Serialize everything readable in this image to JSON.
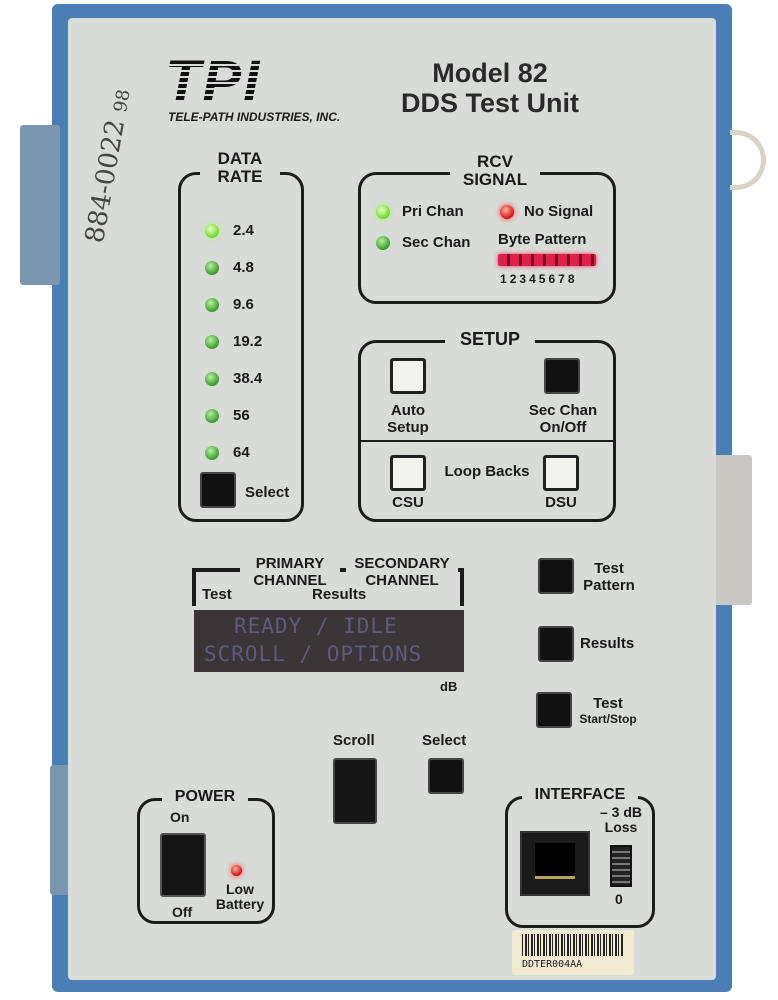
{
  "handwriting": [
    "884-0022",
    "98"
  ],
  "brand": {
    "logo": "TPI",
    "company": "TELE-PATH INDUSTRIES, INC."
  },
  "model": {
    "line1": "Model 82",
    "line2": "DDS Test Unit"
  },
  "data_rate": {
    "title1": "DATA",
    "title2": "RATE",
    "rates": [
      "2.4",
      "4.8",
      "9.6",
      "19.2",
      "38.4",
      "56",
      "64"
    ],
    "active_index": 0,
    "select_label": "Select"
  },
  "rcv_signal": {
    "title1": "RCV",
    "title2": "SIGNAL",
    "pri_chan": "Pri Chan",
    "sec_chan": "Sec Chan",
    "no_signal": "No Signal",
    "byte_pattern": "Byte Pattern",
    "bits": [
      "1",
      "2",
      "3",
      "4",
      "5",
      "6",
      "7",
      "8"
    ]
  },
  "setup": {
    "title": "SETUP",
    "auto1": "Auto",
    "auto2": "Setup",
    "sec1": "Sec Chan",
    "sec2": "On/Off",
    "loop_backs": "Loop Backs",
    "csu": "CSU",
    "dsu": "DSU"
  },
  "display": {
    "primary1": "PRIMARY",
    "primary2": "CHANNEL",
    "secondary1": "SECONDARY",
    "secondary2": "CHANNEL",
    "test": "Test",
    "results": "Results",
    "line1": "READY / IDLE",
    "line2": "SCROLL / OPTIONS",
    "unit": "dB"
  },
  "side_buttons": {
    "test_pattern1": "Test",
    "test_pattern2": "Pattern",
    "results": "Results",
    "test_ss1": "Test",
    "test_ss2": "Start/Stop"
  },
  "nav": {
    "scroll": "Scroll",
    "select": "Select"
  },
  "power": {
    "title": "POWER",
    "on": "On",
    "off": "Off",
    "low1": "Low",
    "low2": "Battery"
  },
  "interface": {
    "title": "INTERFACE",
    "loss1": "– 3 dB",
    "loss2": "Loss",
    "zero": "0"
  },
  "barcode": "DDTER004AA",
  "colors": {
    "frame": "#4a7fb5",
    "panel": "#d9dbd8",
    "led_green": "#6cd82e",
    "led_red": "#d01010",
    "lcd": "#3b3538"
  }
}
